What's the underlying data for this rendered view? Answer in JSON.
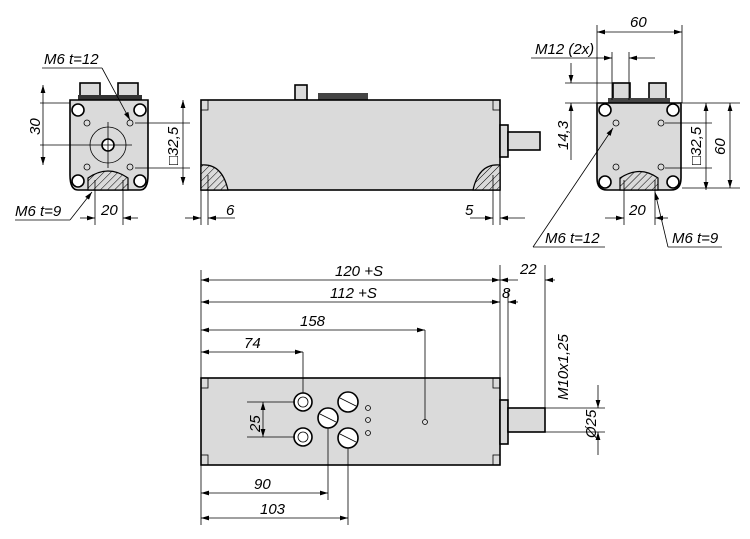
{
  "left_end_view": {
    "thread_top": "M6 t=12",
    "height_30": "30",
    "square_32_5": "□32,5",
    "thread_bottom": "M6 t=9",
    "spacing_20": "20"
  },
  "side_view": {
    "offset_left": "6",
    "offset_right": "5"
  },
  "right_end_view": {
    "width_60": "60",
    "connector": "M12 (2x)",
    "height_14_3": "14,3",
    "square_32_5": "□32,5",
    "height_60": "60",
    "thread_top": "M6 t=12",
    "spacing_20": "20",
    "thread_bottom": "M6 t=9"
  },
  "top_view": {
    "len_120": "120 +S",
    "shaft_22": "22",
    "len_112": "112 +S",
    "flange_8": "8",
    "len_158": "158",
    "len_74": "74",
    "thread_shaft": "M10x1,25",
    "spacing_25": "25",
    "dia_25": "Ø25",
    "len_90": "90",
    "len_103": "103"
  }
}
